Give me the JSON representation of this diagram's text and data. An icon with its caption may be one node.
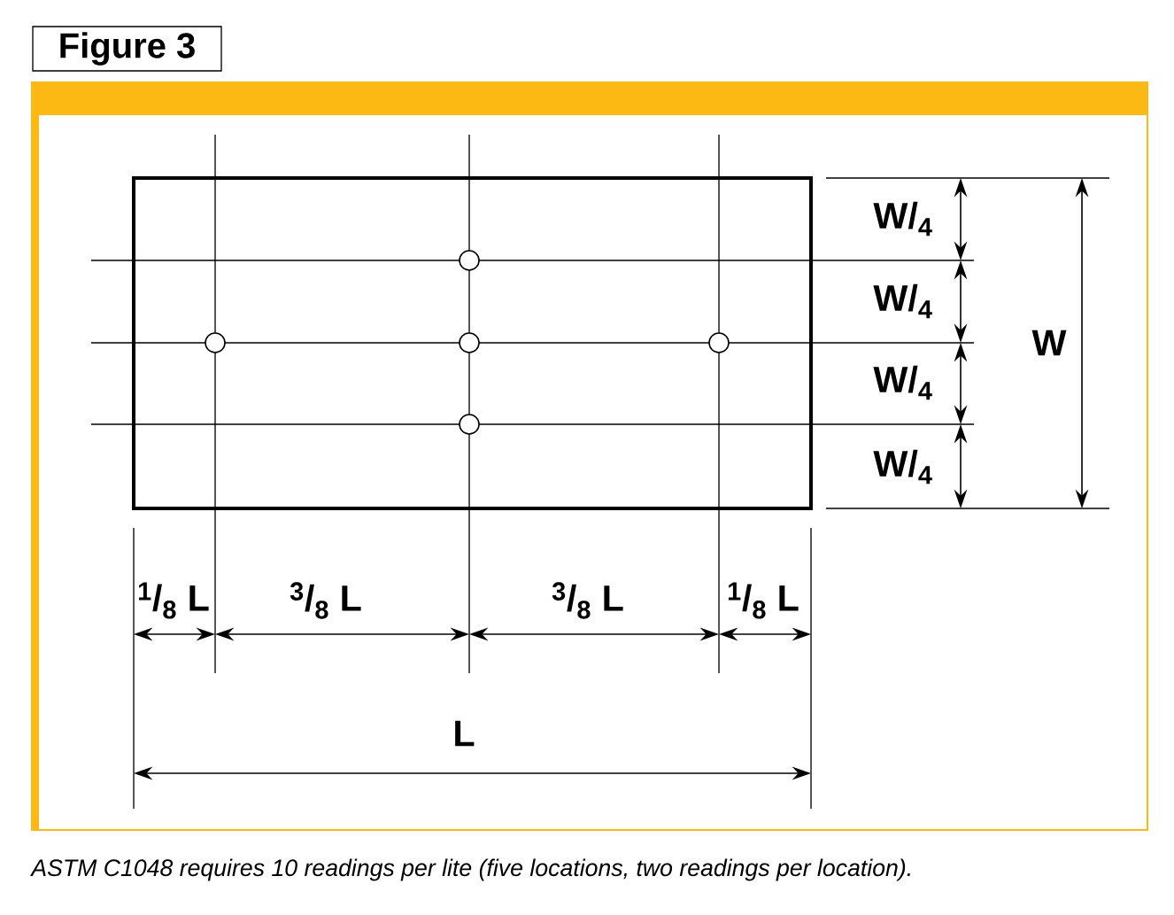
{
  "diagram": {
    "title": "Figure 3",
    "caption": "ASTM C1048 requires 10 readings per lite (five locations, two readings per location).",
    "nodes": [
      {
        "text": [],
        "shape": "box"
      },
      {
        "text": [],
        "shape": "circle",
        "in": 0
      },
      {
        "text": [],
        "shape": "circle",
        "in": 0
      },
      {
        "text": [],
        "shape": "circle",
        "in": 0
      },
      {
        "text": [],
        "shape": "circle",
        "in": 0
      },
      {
        "text": [],
        "shape": "circle",
        "in": 0
      }
    ],
    "labels": [
      "W/$_{4}$",
      "W/$_{4}$",
      "W",
      "W/$_{4}$",
      "W/$_{4}$",
      "$^{1}$/$_{8}$ L",
      "$^{3}$/$_{8}$ L",
      "$^{3}$/$_{8}$ L",
      "$^{1}$/$_{8}$ L",
      "L"
    ]
  }
}
